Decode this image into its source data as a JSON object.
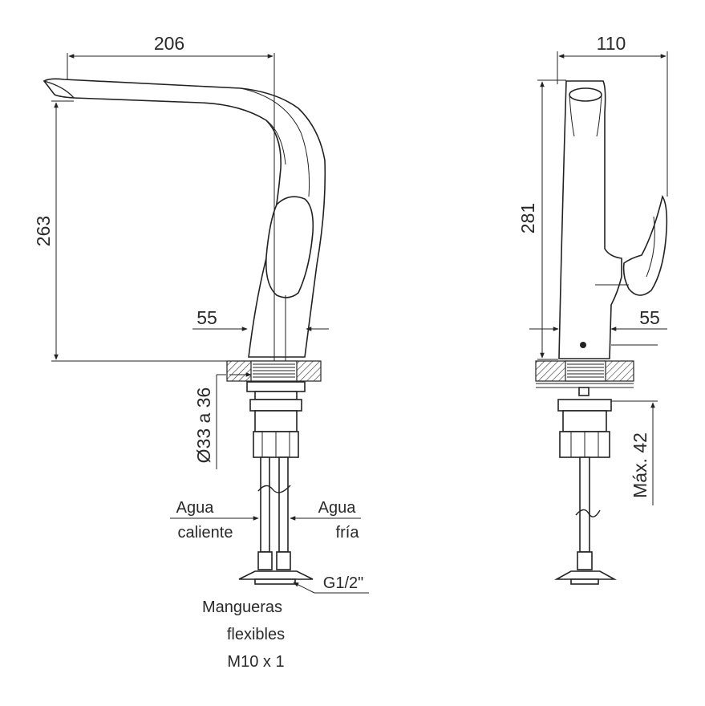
{
  "front_view": {
    "dim_width": "206",
    "dim_height": "263",
    "dim_base": "55",
    "dim_hole": "Ø33 a 36",
    "hot_label_1": "Agua",
    "hot_label_2": "caliente",
    "cold_label_1": "Agua",
    "cold_label_2": "fría",
    "thread": "G1/2\"",
    "hoses_1": "Mangueras",
    "hoses_2": "flexibles",
    "hoses_3": "M10 x 1"
  },
  "side_view": {
    "dim_width": "110",
    "dim_height": "281",
    "dim_base": "55",
    "dim_max": "Máx. 42"
  }
}
